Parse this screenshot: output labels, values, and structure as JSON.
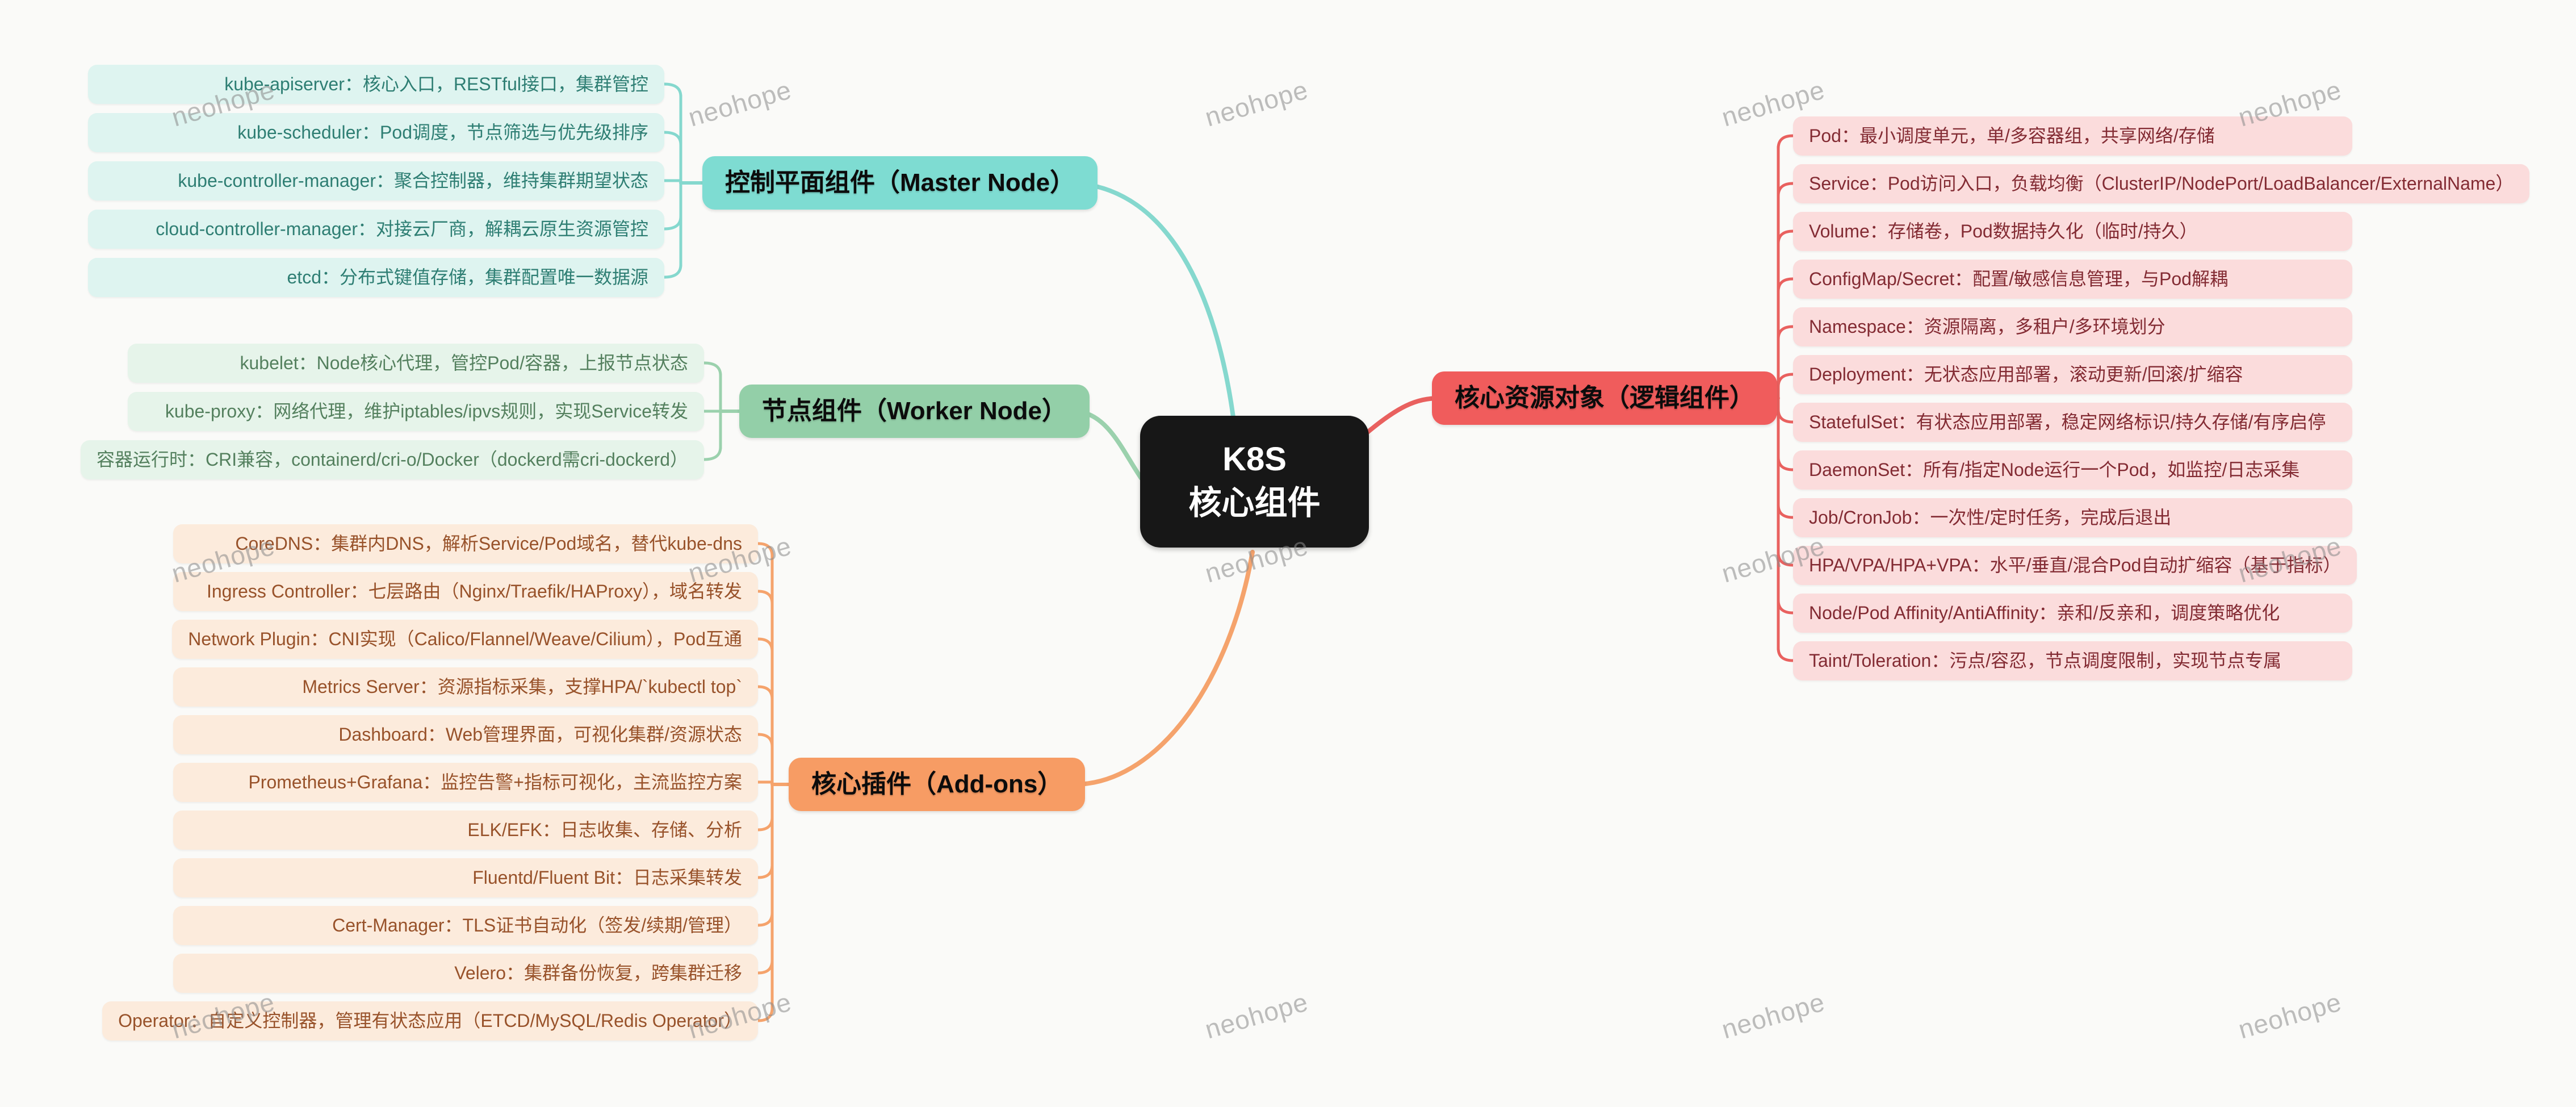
{
  "watermark": {
    "text": "neohope"
  },
  "center": {
    "line1": "K8S",
    "line2": "核心组件",
    "bg": "#171717",
    "text_color": "#ffffff"
  },
  "branches": [
    {
      "id": "master",
      "label": "控制平面组件（Master Node）",
      "heading_bg": "#7EDCD2",
      "item_bg": "#DEF4F0",
      "item_text": "#2E7E73",
      "line_color": "#85D8CE",
      "items": [
        "kube-apiserver：核心入口，RESTful接口，集群管控",
        "kube-scheduler：Pod调度，节点筛选与优先级排序",
        "kube-controller-manager：聚合控制器，维持集群期望状态",
        "cloud-controller-manager：对接云厂商，解耦云原生资源管控",
        "etcd：分布式键值存储，集群配置唯一数据源"
      ]
    },
    {
      "id": "worker",
      "label": "节点组件（Worker Node）",
      "heading_bg": "#93CFA8",
      "item_bg": "#E6F4EA",
      "item_text": "#54805E",
      "line_color": "#9BD1AD",
      "items": [
        "kubelet：Node核心代理，管控Pod/容器，上报节点状态",
        "kube-proxy：网络代理，维护iptables/ipvs规则，实现Service转发",
        "容器运行时：CRI兼容，containerd/cri-o/Docker（dockerd需cri-dockerd）"
      ]
    },
    {
      "id": "addons",
      "label": "核心插件（Add-ons）",
      "heading_bg": "#F79C64",
      "item_bg": "#FCEBDC",
      "item_text": "#98522A",
      "line_color": "#F5A36C",
      "items": [
        "CoreDNS：集群内DNS，解析Service/Pod域名，替代kube-dns",
        "Ingress Controller：七层路由（Nginx/Traefik/HAProxy），域名转发",
        "Network Plugin：CNI实现（Calico/Flannel/Weave/Cilium），Pod互通",
        "Metrics Server：资源指标采集，支撑HPA/`kubectl top`",
        "Dashboard：Web管理界面，可视化集群/资源状态",
        "Prometheus+Grafana：监控告警+指标可视化，主流监控方案",
        "ELK/EFK：日志收集、存储、分析",
        "Fluentd/Fluent Bit：日志采集转发",
        "Cert-Manager：TLS证书自动化（签发/续期/管理）",
        "Velero：集群备份恢复，跨集群迁移",
        "Operator：自定义控制器，管理有状态应用（ETCD/MySQL/Redis Operator）"
      ]
    },
    {
      "id": "resources",
      "label": "核心资源对象（逻辑组件）",
      "heading_bg": "#F05C5C",
      "item_bg": "#FBDCDC",
      "item_text": "#832B33",
      "line_color": "#E9615F",
      "items": [
        "Pod：最小调度单元，单/多容器组，共享网络/存储",
        "Service：Pod访问入口，负载均衡（ClusterIP/NodePort/LoadBalancer/ExternalName）",
        "Volume：存储卷，Pod数据持久化（临时/持久）",
        "ConfigMap/Secret：配置/敏感信息管理，与Pod解耦",
        "Namespace：资源隔离，多租户/多环境划分",
        "Deployment：无状态应用部署，滚动更新/回滚/扩缩容",
        "StatefulSet：有状态应用部署，稳定网络标识/持久存储/有序启停",
        "DaemonSet：所有/指定Node运行一个Pod，如监控/日志采集",
        "Job/CronJob：一次性/定时任务，完成后退出",
        "HPA/VPA/HPA+VPA：水平/垂直/混合Pod自动扩缩容（基于指标）",
        "Node/Pod Affinity/AntiAffinity：亲和/反亲和，调度策略优化",
        "Taint/Toleration：污点/容忍，节点调度限制，实现节点专属"
      ]
    }
  ]
}
